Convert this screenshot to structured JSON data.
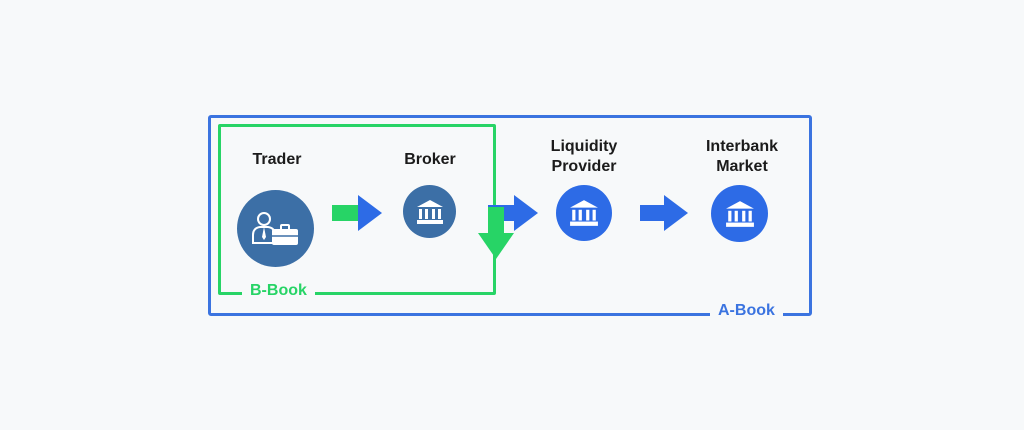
{
  "diagram": {
    "a_book_label": "A-Book",
    "b_book_label": "B-Book",
    "nodes": [
      {
        "label": "Trader",
        "icon": "trader-icon"
      },
      {
        "label": "Broker",
        "icon": "bank-icon"
      },
      {
        "label": "Liquidity\nProvider",
        "icon": "bank-icon"
      },
      {
        "label": "Interbank\nMarket",
        "icon": "bank-icon"
      }
    ]
  },
  "colors": {
    "a_book": "#3b74e0",
    "b_book": "#27d466",
    "trader_circle": "#3c6fa6",
    "broker_circle": "#3c6fa6",
    "bright_circle": "#2d6be6"
  }
}
